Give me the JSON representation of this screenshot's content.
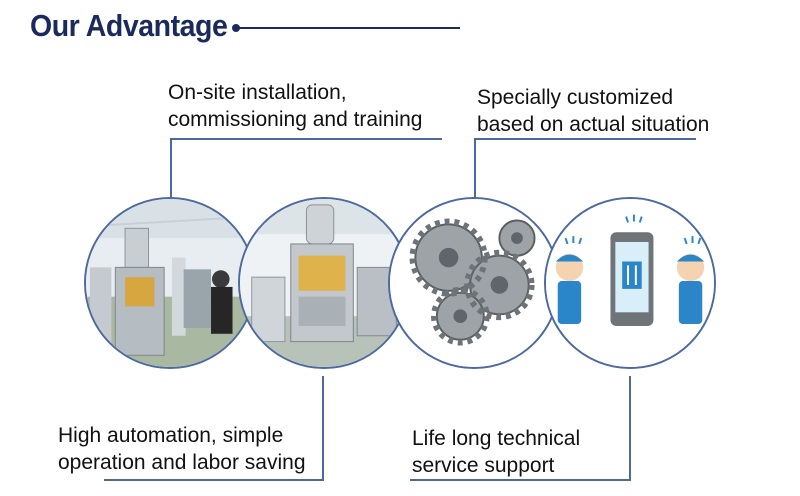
{
  "header": {
    "title": "Our Advantage"
  },
  "advantages": [
    {
      "lines": [
        "On-site installation,",
        "commissioning and training"
      ]
    },
    {
      "lines": [
        "Specially customized",
        "based on actual situation"
      ]
    },
    {
      "lines": [
        "High automation, simple",
        "operation and labor saving"
      ]
    },
    {
      "lines": [
        "Life long technical",
        "service support"
      ]
    }
  ],
  "colors": {
    "title": "#1b2a5c",
    "accent": "#4d6aa0"
  },
  "images": [
    "factory-photo",
    "packing-machine-photo",
    "gears-illustration",
    "technical-support-illustration"
  ]
}
